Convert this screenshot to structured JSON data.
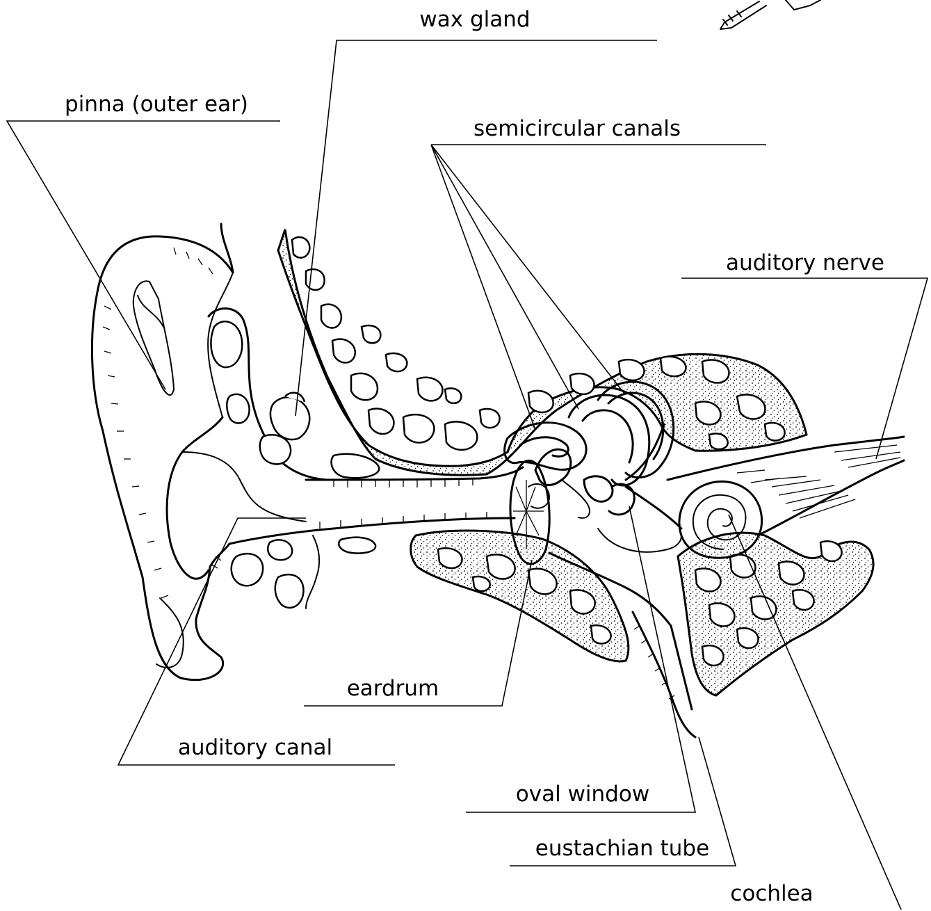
{
  "labels": {
    "wax_gland": "wax gland",
    "pinna": "pinna (outer ear)",
    "semicircular_canals": "semicircular canals",
    "auditory_nerve": "auditory nerve",
    "eardrum": "eardrum",
    "auditory_canal": "auditory canal",
    "oval_window": "oval window",
    "eustachian_tube": "eustachian tube",
    "cochlea": "cochlea"
  },
  "style": {
    "ink": "#000000",
    "background": "#ffffff"
  }
}
